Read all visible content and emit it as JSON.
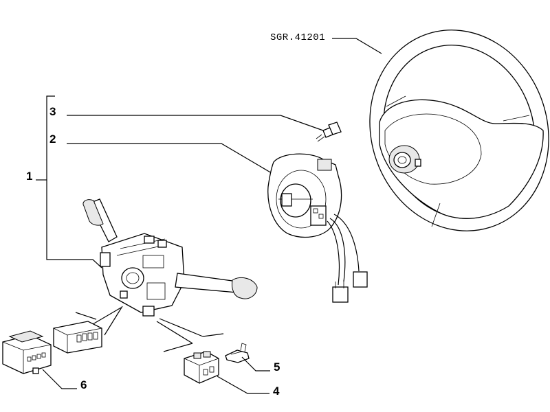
{
  "drawing_ref": "SGR.41201",
  "callouts": [
    {
      "id": "1",
      "label": "1"
    },
    {
      "id": "2",
      "label": "2"
    },
    {
      "id": "3",
      "label": "3"
    },
    {
      "id": "4",
      "label": "4"
    },
    {
      "id": "5",
      "label": "5"
    },
    {
      "id": "6",
      "label": "6"
    }
  ],
  "icons": [
    "steering-wheel-icon",
    "clock-spring-icon",
    "screw-icon",
    "combination-switch-icon",
    "connector-icon",
    "terminal-icon",
    "control-unit-icon",
    "fuse-block-icon"
  ]
}
